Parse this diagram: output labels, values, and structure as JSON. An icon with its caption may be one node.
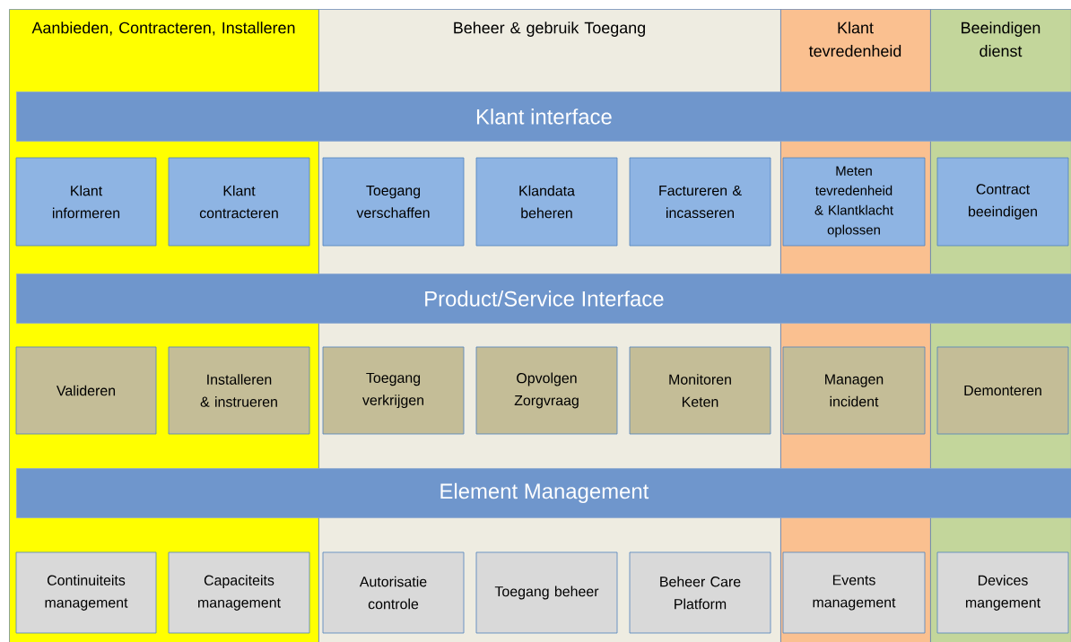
{
  "diagram": {
    "nodes": [
      {
        "text": [
          "Aanbieden, Contracteren, Installeren"
        ]
      },
      {
        "text": [
          "Beheer & gebruik Toegang"
        ]
      },
      {
        "text": [
          "Klant tevredenheid"
        ]
      },
      {
        "text": [
          "Beeindigen dienst"
        ]
      },
      {
        "text": [
          "Klant interface"
        ]
      },
      {
        "text": [
          "Klant informeren"
        ],
        "in": 0
      },
      {
        "text": [
          "Klant contracteren"
        ],
        "in": 0
      },
      {
        "text": [
          "Toegang verschaffen"
        ],
        "in": 1
      },
      {
        "text": [
          "Klandata beheren"
        ],
        "in": 1
      },
      {
        "text": [
          "Factureren & incasseren"
        ],
        "in": 1
      },
      {
        "text": [
          "Meten tevredenheid & Klantklacht oplossen"
        ],
        "in": 2
      },
      {
        "text": [
          "Contract beeindigen"
        ],
        "in": 3
      },
      {
        "text": [
          "Product/Service Interface"
        ]
      },
      {
        "text": [
          "Valideren"
        ],
        "in": 0
      },
      {
        "text": [
          "Installeren & instrueren"
        ],
        "in": 0
      },
      {
        "text": [
          "Toegang verkrijgen"
        ],
        "in": 1
      },
      {
        "text": [
          "Opvolgen Zorgvraag"
        ],
        "in": 1
      },
      {
        "text": [
          "Monitoren Keten"
        ],
        "in": 1
      },
      {
        "text": [
          "Managen incident"
        ],
        "in": 2
      },
      {
        "text": [
          "Demonteren"
        ],
        "in": 3
      },
      {
        "text": [
          "Element Management"
        ]
      },
      {
        "text": [
          "Continuiteits management"
        ],
        "in": 0
      },
      {
        "text": [
          "Capaciteits management"
        ],
        "in": 0
      },
      {
        "text": [
          "Autorisatie controle"
        ],
        "in": 1
      },
      {
        "text": [
          "Toegang beheer"
        ],
        "in": 1
      },
      {
        "text": [
          "Beheer Care Platform"
        ],
        "in": 1
      },
      {
        "text": [
          "Events management"
        ],
        "in": 2
      },
      {
        "text": [
          "Devices mangement"
        ],
        "in": 3
      }
    ]
  }
}
